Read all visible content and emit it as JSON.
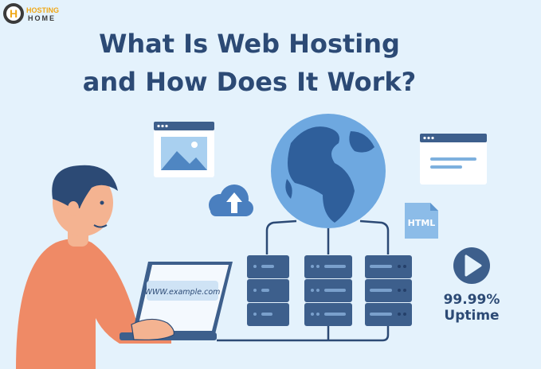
{
  "logo": {
    "line1": "HOSTING",
    "line2": "HOME",
    "letter": "H"
  },
  "title": {
    "line1": "What Is Web Hosting",
    "line2": "and How Does It Work?"
  },
  "laptop": {
    "url": "WWW.example.com"
  },
  "doc": {
    "label": "HTML"
  },
  "uptime": {
    "value": "99.99%",
    "label": "Uptime"
  },
  "colors": {
    "navy": "#2c4a75",
    "server": "#3d5f8c",
    "background": "#e4f2fc",
    "globe": "#5b9ad8",
    "shirt": "#ef8a66"
  }
}
